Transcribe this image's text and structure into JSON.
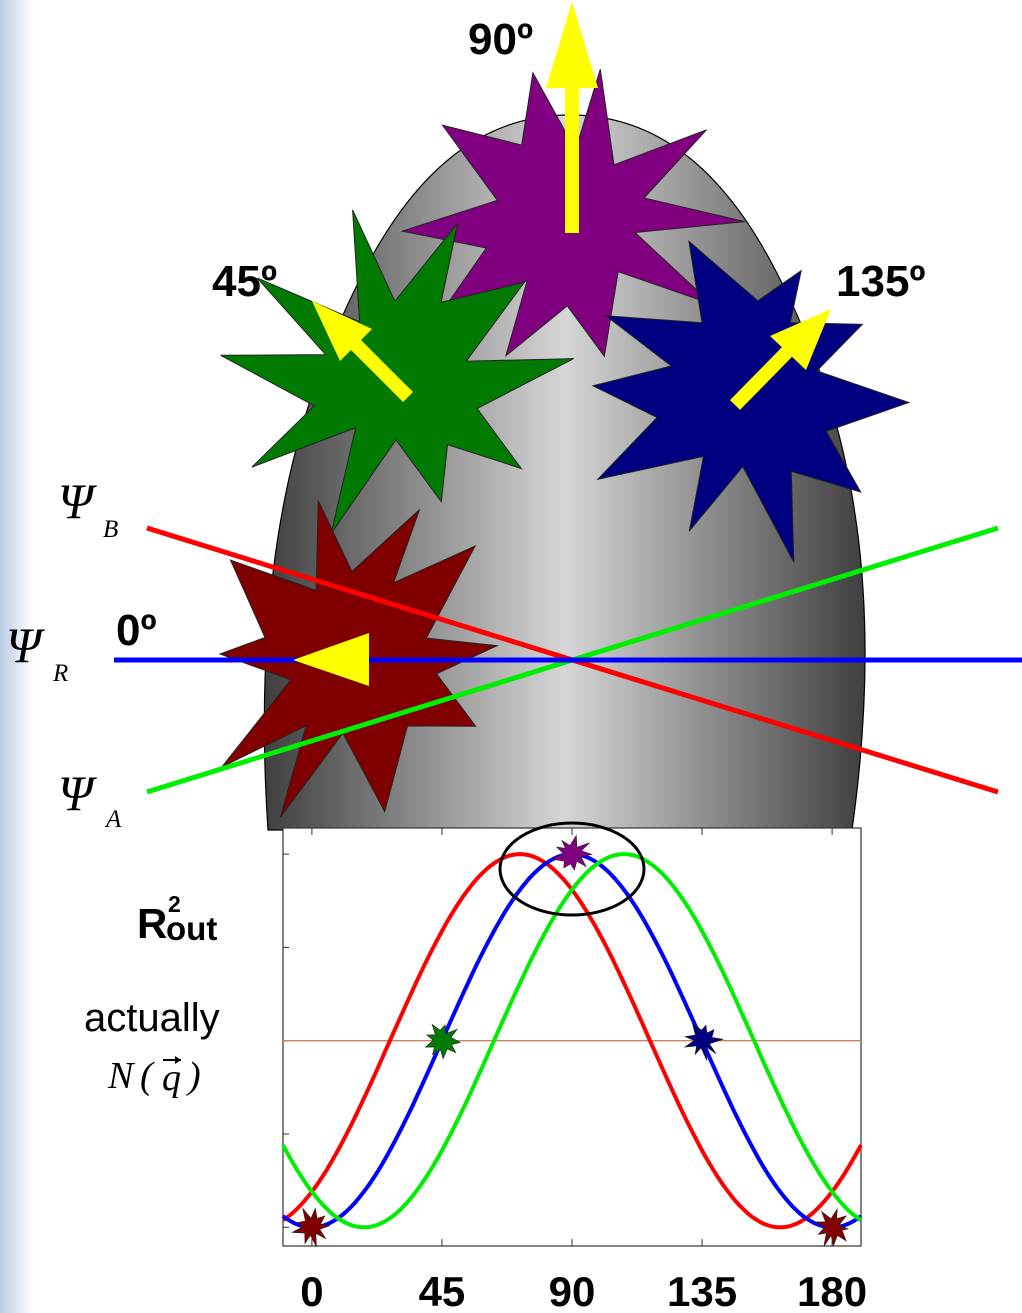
{
  "angle_labels": {
    "a90": "90º",
    "a45": "45º",
    "a135": "135º",
    "a0": "0º"
  },
  "planes": [
    {
      "symbol": "Ψ",
      "sub": "B",
      "color": "#ff0000"
    },
    {
      "symbol": "Ψ",
      "sub": "R",
      "color": "#0000ff"
    },
    {
      "symbol": "Ψ",
      "sub": "A",
      "color": "#00ee00"
    }
  ],
  "source_colors": {
    "deg0": "#800000",
    "deg45": "#007a00",
    "deg90": "#800080",
    "deg135": "#000080",
    "arrow": "#ffff00"
  },
  "ylabel": {
    "main": "R",
    "sup": "2",
    "sub": "out",
    "note": "actually",
    "formula_main": "N",
    "formula_arg": "q"
  },
  "chart_data": {
    "type": "line",
    "xlabel": "",
    "ylabel": "R2out",
    "xticks": [
      0,
      45,
      90,
      135,
      180
    ],
    "xlim": [
      -10,
      190
    ],
    "ylim": [
      -0.05,
      1.07
    ],
    "hline": 0.5,
    "series": [
      {
        "color": "#ff0000",
        "phase_deg": 18
      },
      {
        "color": "#0000ff",
        "phase_deg": 0
      },
      {
        "color": "#00ee00",
        "phase_deg": -18
      }
    ],
    "markers": [
      {
        "x": 0,
        "y": 0.0,
        "color": "#800000"
      },
      {
        "x": 45,
        "y": 0.5,
        "color": "#007a00"
      },
      {
        "x": 90,
        "y": 1.0,
        "color": "#800080"
      },
      {
        "x": 135,
        "y": 0.5,
        "color": "#000080"
      },
      {
        "x": 180,
        "y": 0.0,
        "color": "#800000"
      }
    ],
    "highlight": {
      "x": 90,
      "y": 0.96,
      "shape": "ellipse"
    }
  }
}
